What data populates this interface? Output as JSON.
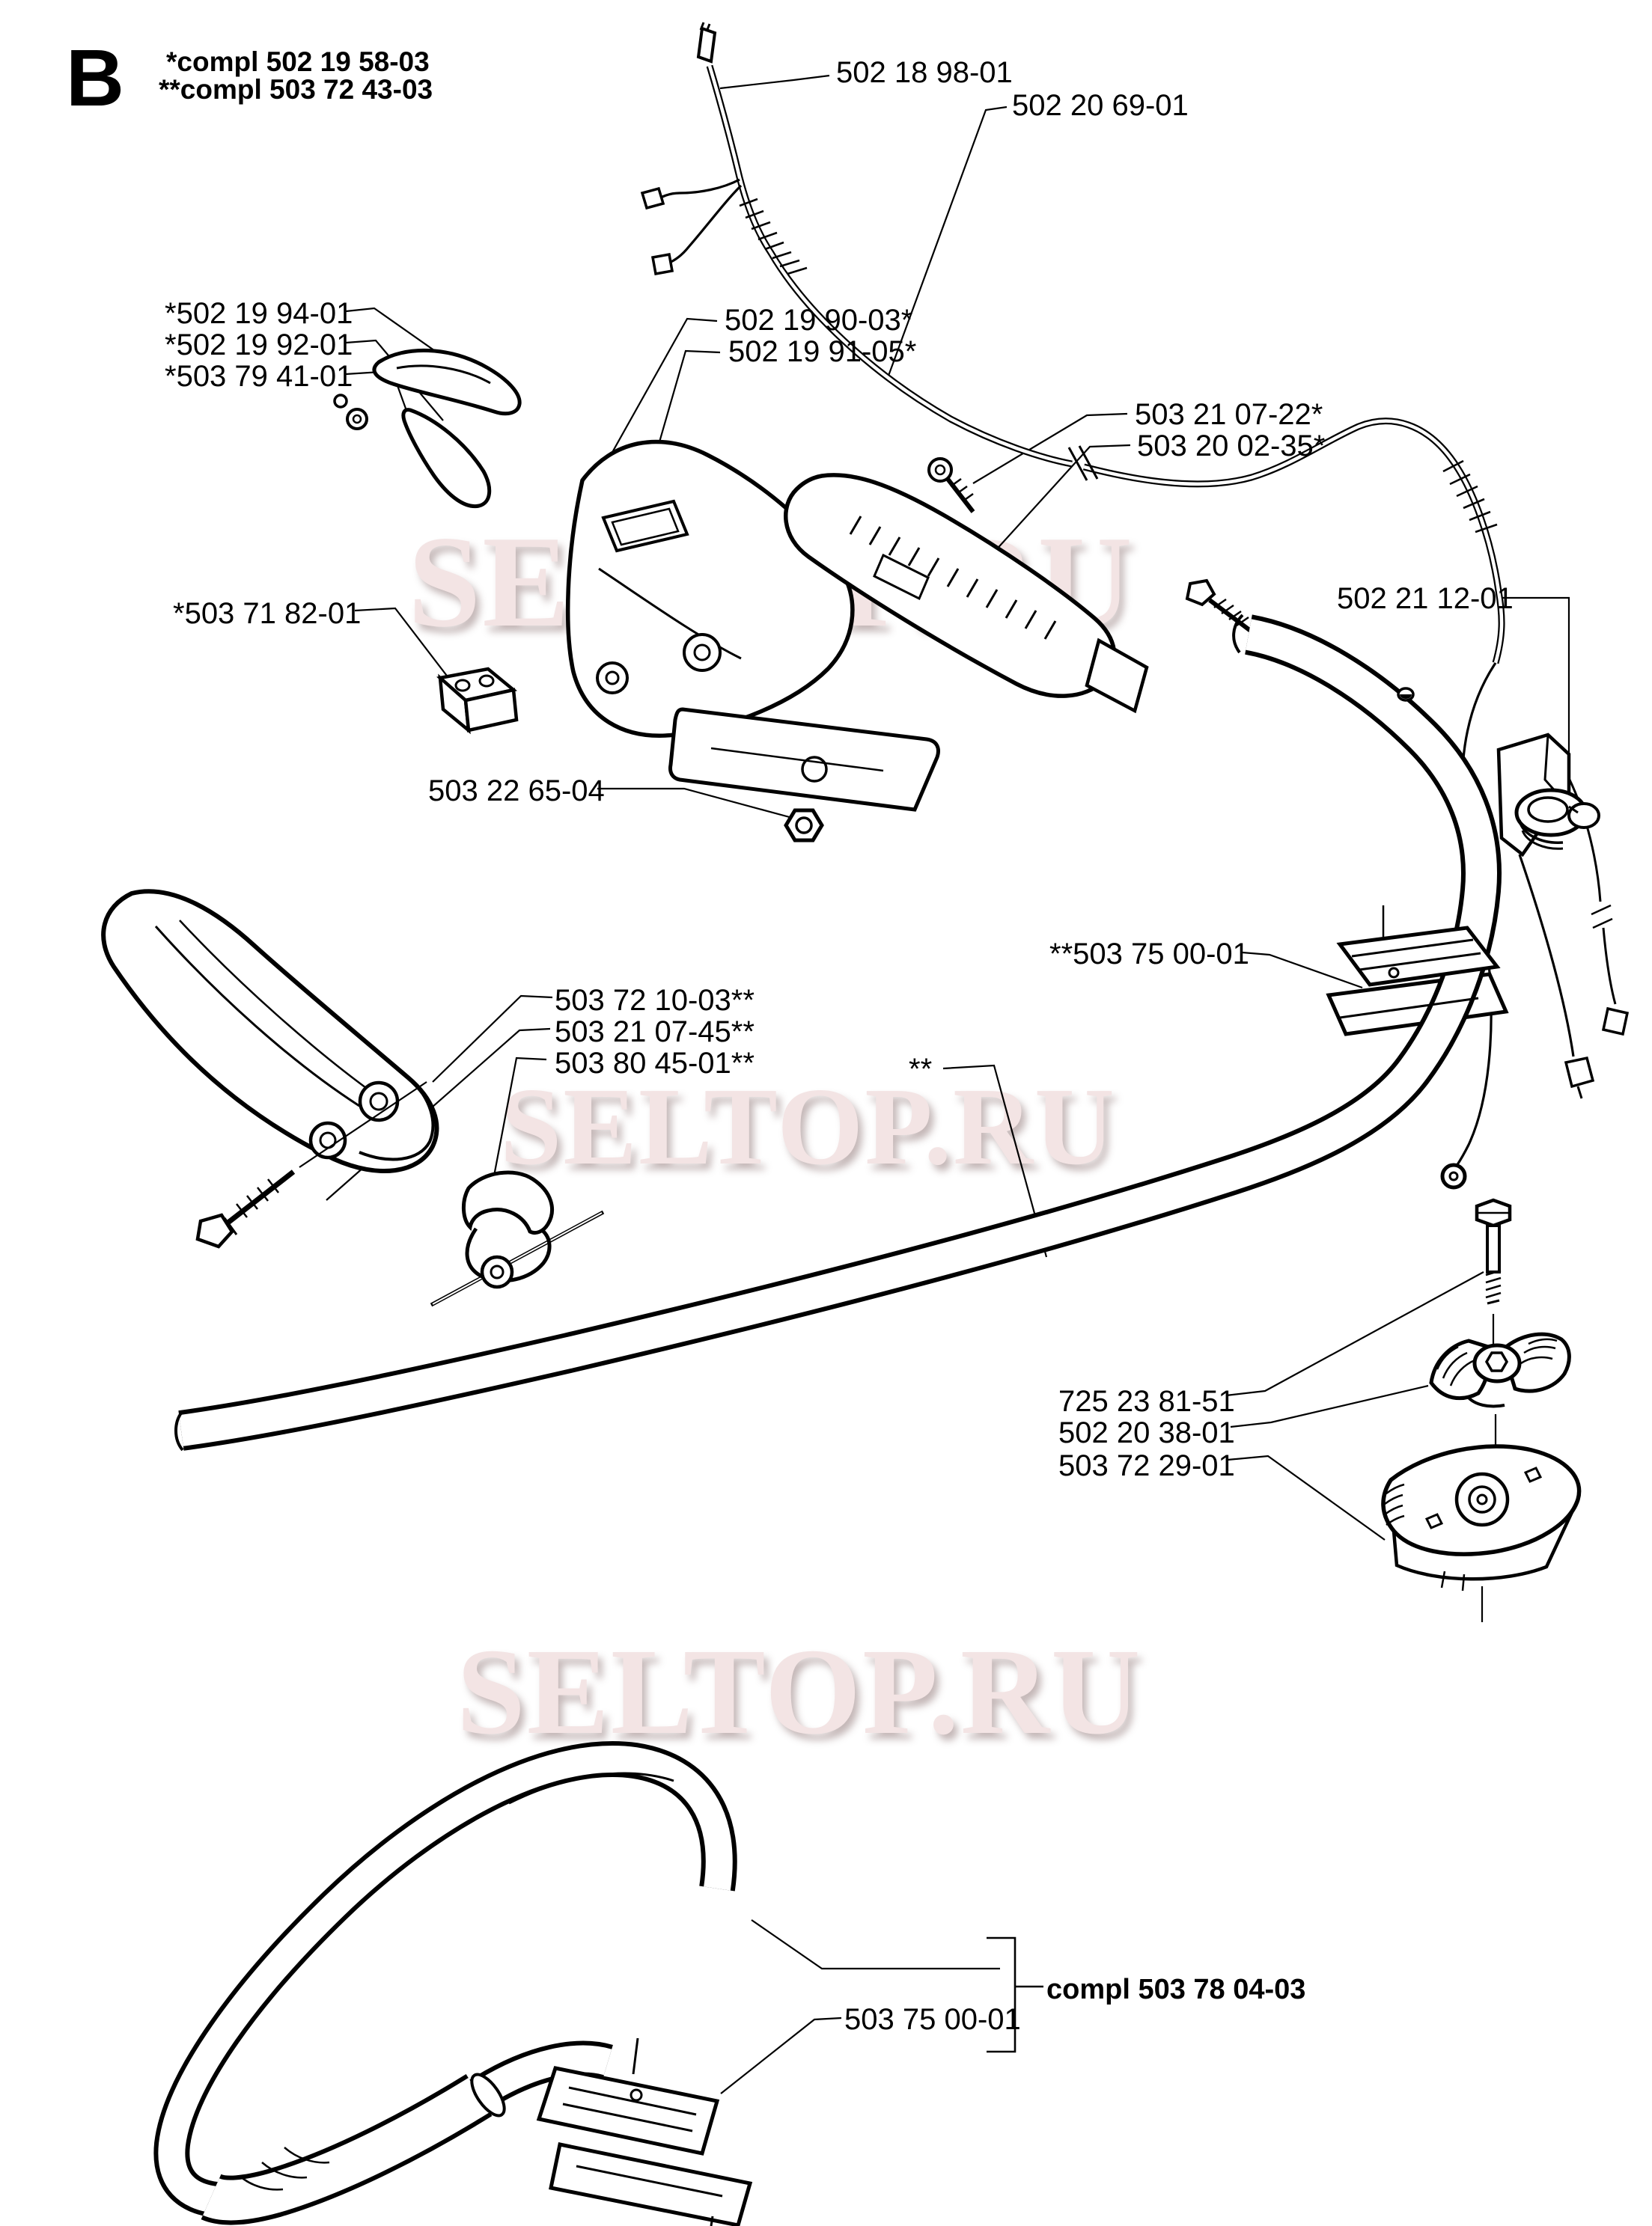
{
  "figure": {
    "section_letter": "B"
  },
  "notes": {
    "note1": "*compl 502 19 58-03",
    "note2": "**compl 503 72 43-03"
  },
  "watermark": {
    "text": "SELTOP.RU",
    "color": "#f3e4e4"
  },
  "colors": {
    "line": "#000000",
    "background": "#ffffff"
  },
  "labels": {
    "cable_wiring": "502 18 98-01",
    "throttle_cable": "502 20 69-01",
    "trigger_a": "*502 19 94-01",
    "trigger_b": "*502 19 92-01",
    "trigger_c": "*503 79 41-01",
    "housing_a": "502 19 90-03*",
    "housing_b": "502 19 91-05*",
    "screw_a": "503 21 07-22*",
    "screw_b": "503 20 02-35*",
    "grommet": "502 21 12-01",
    "switch": "*503 71 82-01",
    "nut": "503 22 65-04",
    "clamp_upper": "**503 75 00-01",
    "grip_screw": "503 72 10-03**",
    "grip_screw2": "503 21 07-45**",
    "grip_clamp": "503 80 45-01**",
    "stars": "**",
    "bolt": "725 23 81-51",
    "wing_nut": "502 20 38-01",
    "bracket_clamp": "503 72 29-01",
    "loop_clamp": "503 75 00-01",
    "loop_compl": "compl 503 78 04-03"
  }
}
